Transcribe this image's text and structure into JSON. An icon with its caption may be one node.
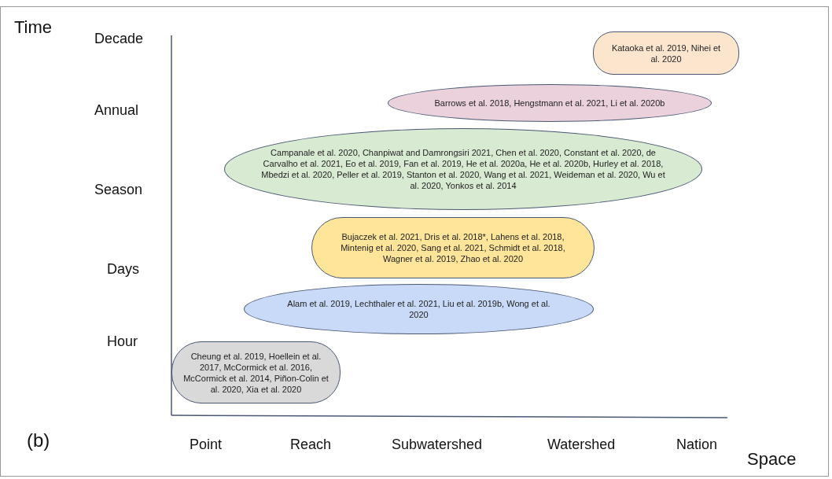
{
  "diagram": {
    "nodes": [
      {
        "text": [
          "Kataoka et al. 2019, Nihei et al. 2020"
        ]
      },
      {
        "text": [
          "Barrows et al. 2018, Hengstmann et al. 2021, Li et al. 2020b"
        ]
      },
      {
        "text": [
          "Campanale et al. 2020, Chanpiwat and Damrongsiri 2021, Chen et al. 2020, Constant et al. 2020, de Carvalho et al. 2021, Eo et al. 2019, Fan et al. 2019, He et al. 2020a, He et al. 2020b, Hurley et al. 2018, Mbedzi et al. 2020, Peller et al. 2019, Stanton et al. 2020, Wang et al. 2021, Weideman et al. 2020, Wu et al. 2020, Yonkos et al. 2014"
        ]
      },
      {
        "text": [
          "Bujaczek et al. 2021, Dris et al. 2018*, Lahens et al. 2018, Mintenig et al. 2020, Sang et al. 2021, Schmidt et al. 2018, Wagner et al. 2019, Zhao et al. 2020"
        ]
      },
      {
        "text": [
          "Alam et al. 2019, Lechthaler et al. 2021, Liu et al. 2019b, Wong et al. 2020"
        ]
      },
      {
        "text": [
          "Cheung et al. 2019, Hoellein et al. 2017, McCormick et al. 2016, McCormick et al. 2014, Piñon-Colin et al. 2020, Xia et al. 2020"
        ]
      }
    ],
    "labels": [
      "Time",
      "Decade",
      "Annual",
      "Season",
      "Days",
      "Hour",
      "(b)",
      "Point",
      "Reach",
      "Subwatershed",
      "Watershed",
      "Nation",
      "Space"
    ]
  }
}
